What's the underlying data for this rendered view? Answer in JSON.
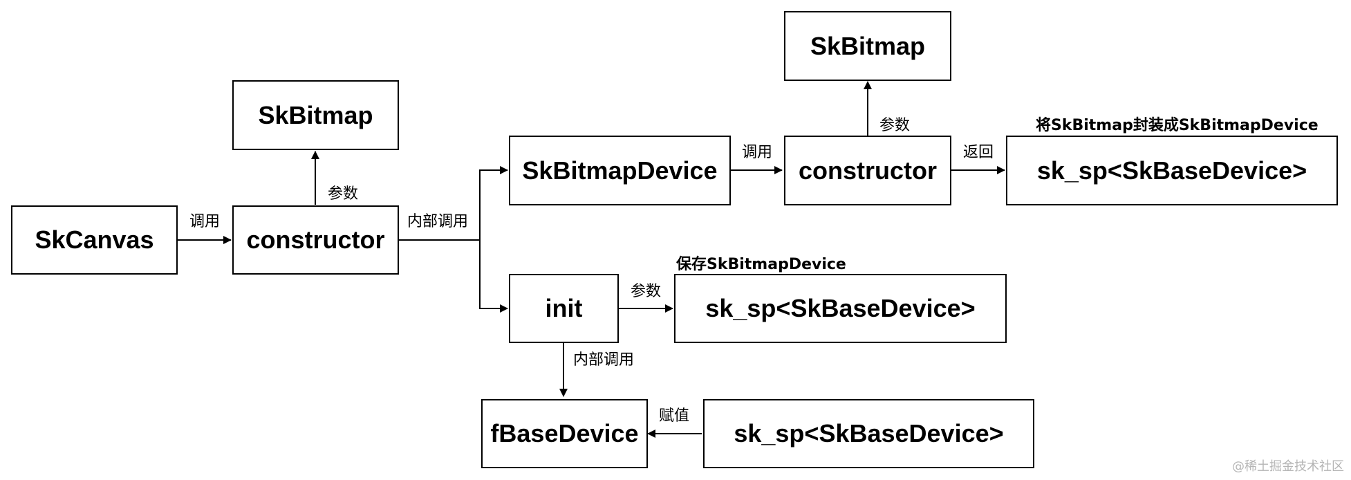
{
  "nodes": {
    "skcanvas": "SkCanvas",
    "constructor1": "constructor",
    "skbitmap1": "SkBitmap",
    "skbitmapdevice": "SkBitmapDevice",
    "constructor2": "constructor",
    "skbitmap2": "SkBitmap",
    "sksp_top": "sk_sp<SkBaseDevice>",
    "init": "init",
    "sksp_mid": "sk_sp<SkBaseDevice>",
    "fbasedevice": "fBaseDevice",
    "sksp_bottom": "sk_sp<SkBaseDevice>"
  },
  "edges": {
    "call": "调用",
    "param1": "参数",
    "internal_call1": "内部调用",
    "call2": "调用",
    "param2": "参数",
    "return": "返回",
    "param3": "参数",
    "internal_call2": "内部调用",
    "assign": "赋值"
  },
  "notes": {
    "wrap": "将SkBitmap封装成SkBitmapDevice",
    "save": "保存SkBitmapDevice"
  },
  "watermark": "@稀土掘金技术社区"
}
